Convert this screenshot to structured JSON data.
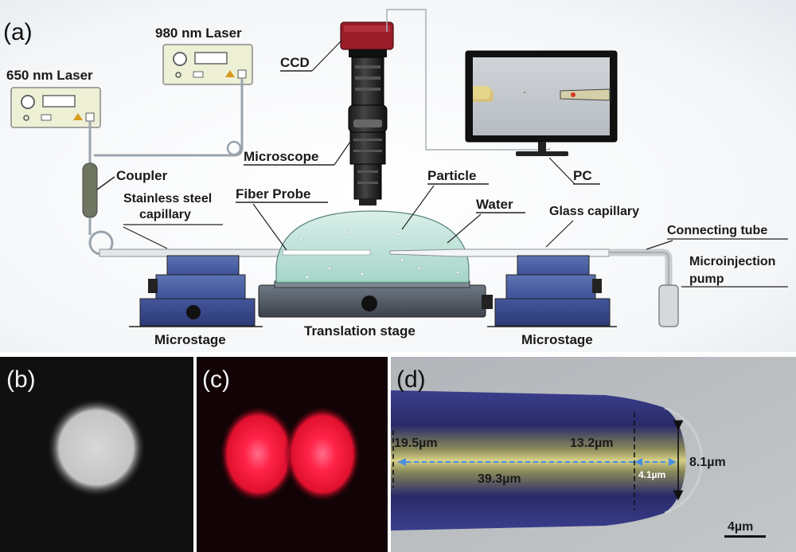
{
  "panels": {
    "a": "(a)",
    "b": "(b)",
    "c": "(c)",
    "d": "(d)"
  },
  "labels": {
    "laser650": "650 nm Laser",
    "laser980": "980 nm Laser",
    "ccd": "CCD",
    "microscope": "Microscope",
    "coupler": "Coupler",
    "steel_capillary_1": "Stainless steel",
    "steel_capillary_2": "capillary",
    "fiber_probe": "Fiber Probe",
    "particle": "Particle",
    "water": "Water",
    "glass_capillary": "Glass capillary",
    "connecting_tube": "Connecting tube",
    "pump_1": "Microinjection",
    "pump_2": "pump",
    "pc": "PC",
    "microstage_left": "Microstage",
    "translation_stage": "Translation stage",
    "microstage_right": "Microstage"
  },
  "measurements": {
    "m1": "19.5µm",
    "m2": "13.2µm",
    "m3": "39.3µm",
    "m4": "4.1µm",
    "m5": "8.1µm",
    "scale": "4µm"
  },
  "colors": {
    "ccd_red": "#9b1d2a",
    "laser_beam_red": "#ff1e3c",
    "fiber_blue": "#2f2f7a",
    "fiber_core": "#c9c48a",
    "arrow_blue": "#4a90e2",
    "background_d": "#b8bcc0"
  }
}
